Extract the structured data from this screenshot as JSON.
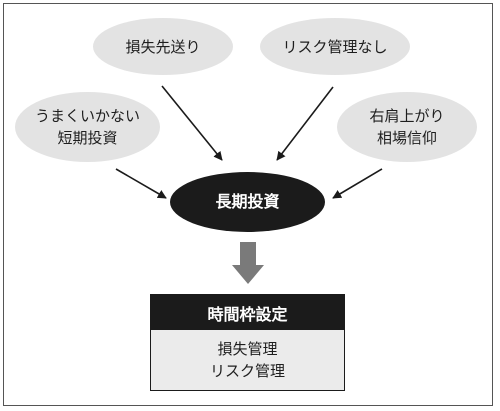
{
  "nodes": {
    "loss_deferral": "損失先送り",
    "no_risk_management": "リスク管理なし",
    "failed_short_term": [
      "うまくいかない",
      "短期投資"
    ],
    "rising_market_belief": [
      "右肩上がり",
      "相場信仰"
    ],
    "center": "長期投資"
  },
  "time_frame_box": {
    "header": "時間枠設定",
    "items": [
      "損失管理",
      "リスク管理"
    ]
  },
  "colors": {
    "bubble_fill": "#e3e3e3",
    "center_fill": "#1b1b1b",
    "box_body_fill": "#ebebeb",
    "down_arrow": "#7a7a7a"
  }
}
